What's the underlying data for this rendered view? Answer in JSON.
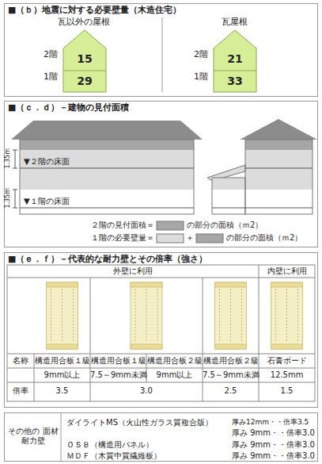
{
  "diagram": {
    "nodes": [
      {
        "text": [
          "■（ｂ）地震に対する必要壁量（木造住宅）"
        ]
      },
      {
        "text": [
          "15",
          "29"
        ],
        "in": 0
      },
      {
        "text": [
          "21",
          "33"
        ],
        "in": 0
      },
      {
        "text": [
          "■（ｃ．ｄ）－建物の見付面積"
        ]
      },
      {
        "text": [
          "■（ｅ．ｆ）－代表的な耐力壁とその倍率（強さ）"
        ]
      },
      {
        "text": [
          "その他の 面材耐力壁",
          "ダイライトMS（火山性ガラス質複合版）",
          "厚み12mm・・倍率3.5",
          "厚み 9mm・・倍率3.0",
          "ＯＳＢ（構造用パネル）",
          "厚み 9mm・・倍率3.0",
          "ＭＤＦ（木質中質繊維板）",
          "厚み 9mm・・倍率3.0"
        ]
      }
    ],
    "labels": [
      "瓦以外の屋根",
      "瓦屋根",
      "2階",
      "1階",
      "2階",
      "1階",
      "1.35m",
      "1.35m",
      "▼２階の床面",
      "▼１階の床面",
      "２階の見付面積＝",
      "の部分の面積（ｍ2）",
      "１階の必要壁量＝",
      "＋",
      "の部分の面積（ｍ2）",
      "外壁に利用",
      "内壁に利用",
      "名称",
      "構造用合板１級",
      "構造用合板１級",
      "構造用合板２級",
      "構造用合板２級",
      "石膏ボード",
      "9mm以上",
      "7.5～9mm未満",
      "9mm以上",
      "7.5～9mm未満",
      "12.5mm",
      "倍率",
      "3.5",
      "3.0",
      "2.5",
      "1.5"
    ]
  }
}
